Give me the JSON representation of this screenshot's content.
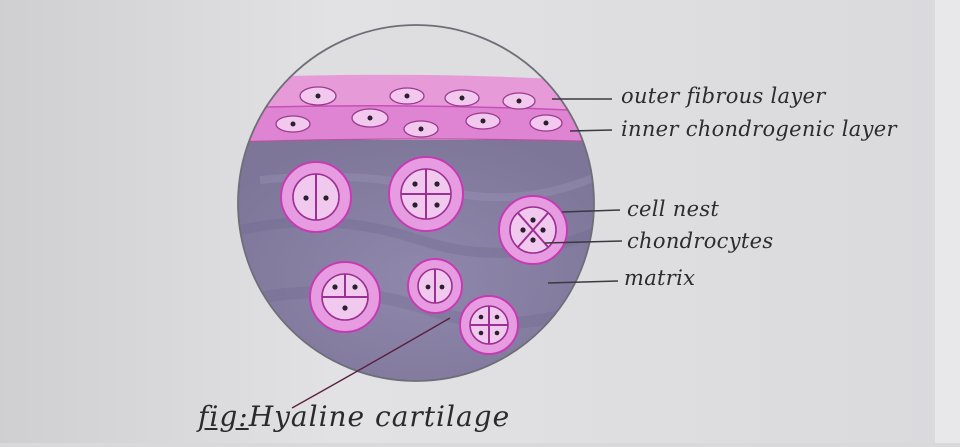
{
  "diagram": {
    "labels": {
      "outer_fibrous": "outer fibrous layer",
      "inner_chondrogenic": "inner chondrogenic layer",
      "cell_nest": "cell nest",
      "chondrocytes": "chondrocytes",
      "matrix": "matrix"
    },
    "caption": {
      "prefix": "fig:",
      "title": "Hyaline cartilage"
    },
    "colors": {
      "paper": "#dcdcdf",
      "perichondrium": "#e58fd8",
      "matrix": "#8a82a8",
      "cell_nest": "#e79be0",
      "outline": "#c83ab4",
      "ink": "#2b2b30"
    }
  }
}
